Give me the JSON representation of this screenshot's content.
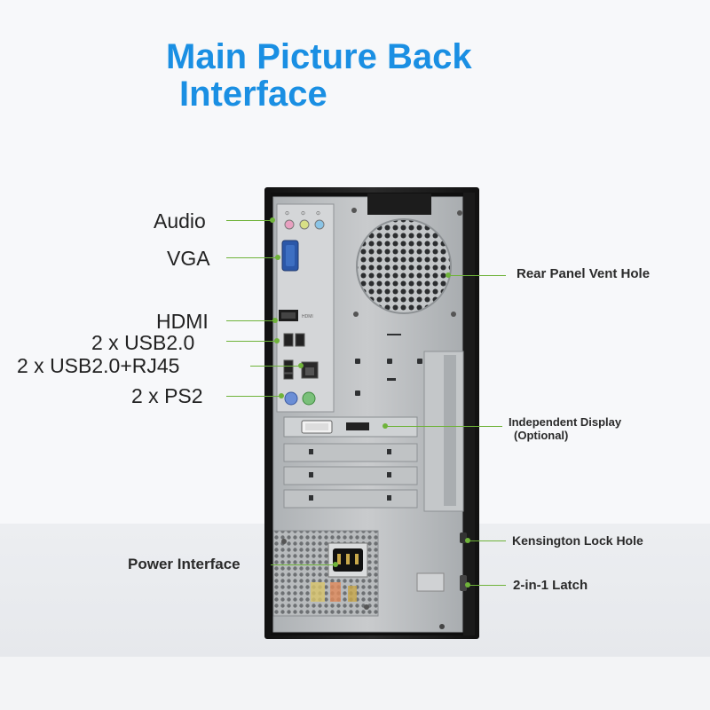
{
  "title": {
    "line1": "Main Picture Back",
    "line2": "Interface"
  },
  "labels": {
    "audio": "Audio",
    "vga": "VGA",
    "hdmi": "HDMI",
    "usb": "2 x USB2.0",
    "usb_rj45": "2 x USB2.0+RJ45",
    "ps2": "2 x PS2",
    "power": "Power Interface",
    "vent": "Rear Panel Vent Hole",
    "display_line1": "Independent Display",
    "display_line2": "(Optional)",
    "kensington": "Kensington Lock Hole",
    "latch": "2-in-1 Latch"
  },
  "colors": {
    "title": "#1a8fe3",
    "callout": "#6fb33a",
    "case_frame": "#1c1c1c",
    "case_panel": "#b9bcbf"
  }
}
